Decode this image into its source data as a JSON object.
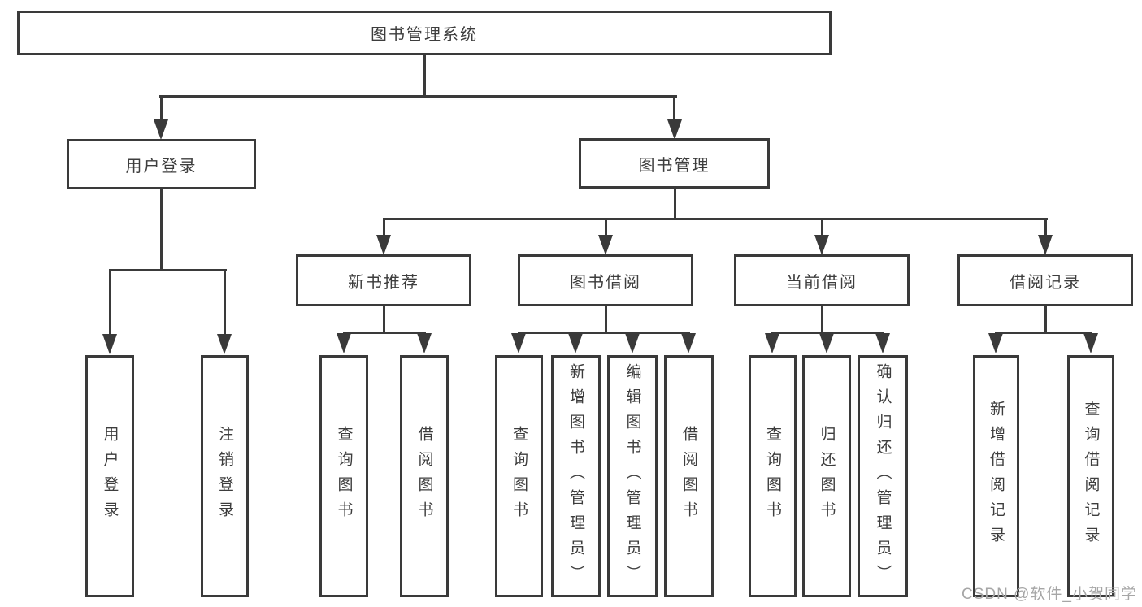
{
  "diagram": {
    "root": {
      "label": "图书管理系统"
    },
    "level2": [
      {
        "label": "用户登录"
      },
      {
        "label": "图书管理"
      }
    ],
    "level3": [
      {
        "label": "新书推荐"
      },
      {
        "label": "图书借阅"
      },
      {
        "label": "当前借阅"
      },
      {
        "label": "借阅记录"
      }
    ],
    "leaves": {
      "login": [
        "用户登录",
        "注销登录"
      ],
      "recommend": [
        "查询图书",
        "借阅图书"
      ],
      "borrow": [
        "查询图书",
        "新增图书（管理员）",
        "编辑图书（管理员）",
        "借阅图书"
      ],
      "current": [
        "查询图书",
        "归还图书",
        "确认归还（管理员）"
      ],
      "records": [
        "新增借阅记录",
        "查询借阅记录"
      ]
    },
    "colors": {
      "line": "#3a3a3a",
      "text": "#3d3d3d",
      "box_background": "#ffffff"
    }
  },
  "watermark": {
    "text": "CSDN @软件_小贺同学",
    "color": "#a6a6a6"
  }
}
